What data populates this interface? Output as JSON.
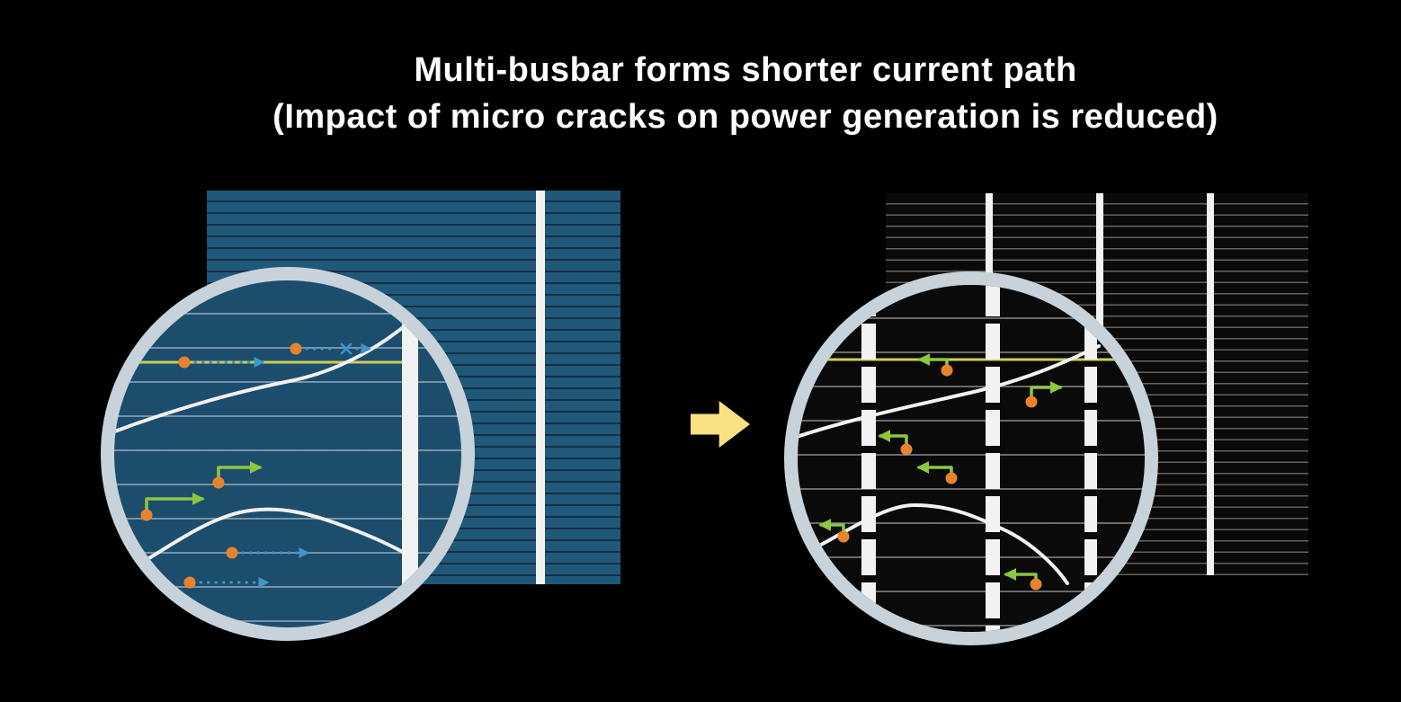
{
  "title": {
    "line1": "Multi-busbar forms shorter current path",
    "line2": "(Impact of micro cracks on power generation is reduced)"
  },
  "transition_arrow": {
    "direction": "right"
  },
  "colors": {
    "background": "#000000",
    "title_text": "#ffffff",
    "cell_blue": "#20587a",
    "cell_black": "#0b0a08",
    "busbar_white": "#f2f2f2",
    "ring_gray": "#c8d2da",
    "magnifier_blue": "#1d4d6d",
    "magnifier_black": "#0a0a0a",
    "crack_white": "#f2f2f2",
    "electron_orange": "#e8832d",
    "path_blue": "#3f96c9",
    "path_green": "#8dc63f",
    "yellow_line": "#c9cf56",
    "arrow_yellow": "#f9e183"
  }
}
